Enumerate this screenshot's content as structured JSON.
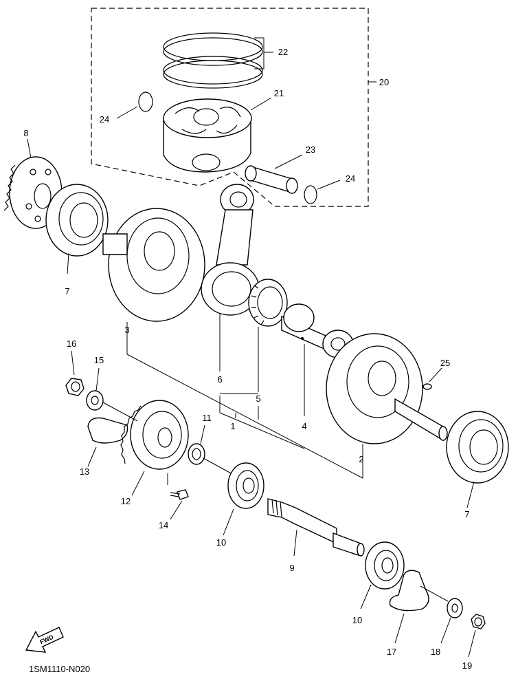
{
  "diagram_code": "1SM1110-N020",
  "fwd_label": "FWD",
  "callouts": {
    "c1": "1",
    "c2": "2",
    "c3": "3",
    "c4": "4",
    "c5": "5",
    "c6": "6",
    "c7a": "7",
    "c7b": "7",
    "c8": "8",
    "c9": "9",
    "c10a": "10",
    "c10b": "10",
    "c11": "11",
    "c12": "12",
    "c13": "13",
    "c14": "14",
    "c15": "15",
    "c16": "16",
    "c17": "17",
    "c18": "18",
    "c19": "19",
    "c20": "20",
    "c21": "21",
    "c22": "22",
    "c23": "23",
    "c24a": "24",
    "c24b": "24",
    "c25": "25"
  }
}
